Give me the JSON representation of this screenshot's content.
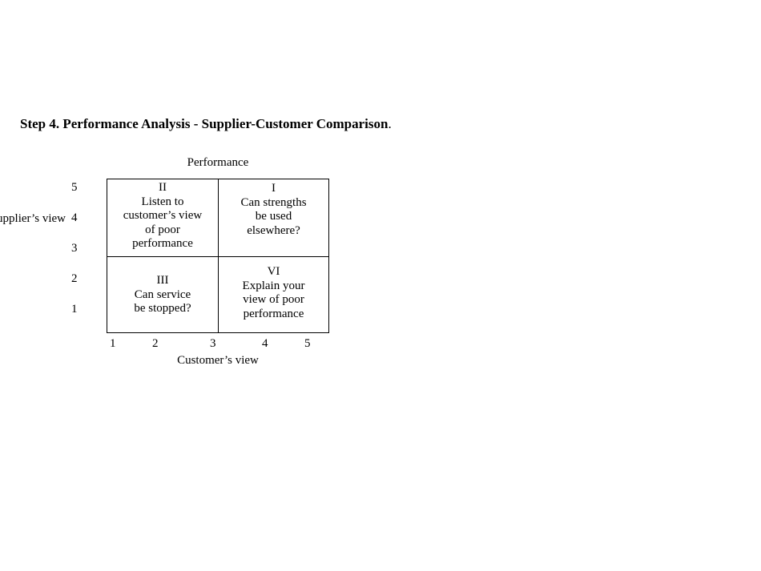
{
  "title": {
    "bold_text": "Step 4. Performance Analysis - Supplier-Customer Comparison",
    "suffix": "."
  },
  "top_label": "Performance",
  "y_axis": {
    "label": "Supplier’s view",
    "ticks": [
      "5",
      "4",
      "3",
      "2",
      "1"
    ]
  },
  "x_axis": {
    "label": "Customer’s view",
    "ticks": [
      "1",
      "2",
      "3",
      "4",
      "5"
    ]
  },
  "quadrants": {
    "top_left": {
      "numeral": "II",
      "lines": [
        "Listen to",
        "customer’s view",
        "of poor",
        "performance"
      ]
    },
    "top_right": {
      "numeral": "I",
      "lines": [
        "Can strengths",
        "be used",
        "elsewhere?"
      ]
    },
    "bottom_left": {
      "numeral": "III",
      "lines": [
        "Can service",
        "be stopped?"
      ]
    },
    "bottom_right": {
      "numeral": "VI",
      "lines": [
        "Explain your",
        "view of poor",
        "performance"
      ]
    }
  }
}
